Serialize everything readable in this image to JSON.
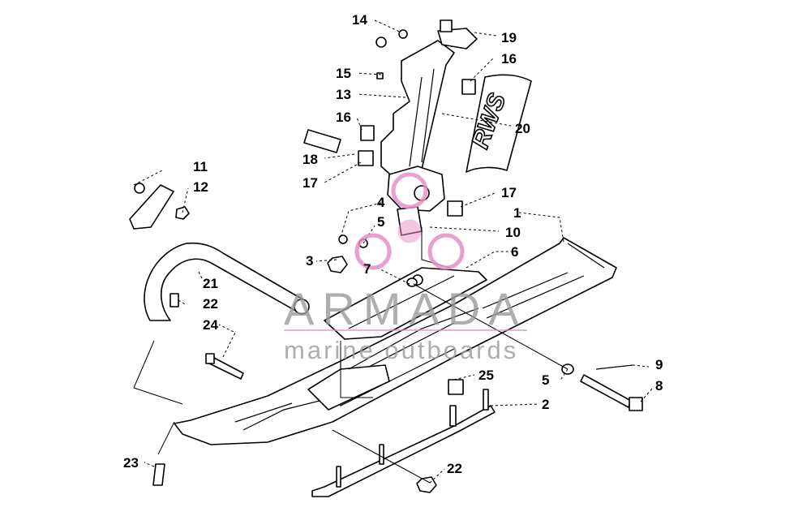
{
  "callouts": {
    "c1": "1",
    "c2": "2",
    "c3": "3",
    "c4": "4",
    "c5a": "5",
    "c5b": "5",
    "c6": "6",
    "c7": "7",
    "c8": "8",
    "c9": "9",
    "c10": "10",
    "c11": "11",
    "c12": "12",
    "c13": "13",
    "c14": "14",
    "c15": "15",
    "c16a": "16",
    "c16b": "16",
    "c17a": "17",
    "c17b": "17",
    "c18": "18",
    "c19": "19",
    "c20": "20",
    "c21": "21",
    "c22a": "22",
    "c22b": "22",
    "c23": "23",
    "c24": "24",
    "c25": "25"
  },
  "decal": {
    "text": "RWS"
  },
  "watermark": {
    "brand": "ARMADA",
    "tagline": "marine outboards",
    "logo_color": "#e88fc4",
    "text_color": "#9a9a9a"
  }
}
